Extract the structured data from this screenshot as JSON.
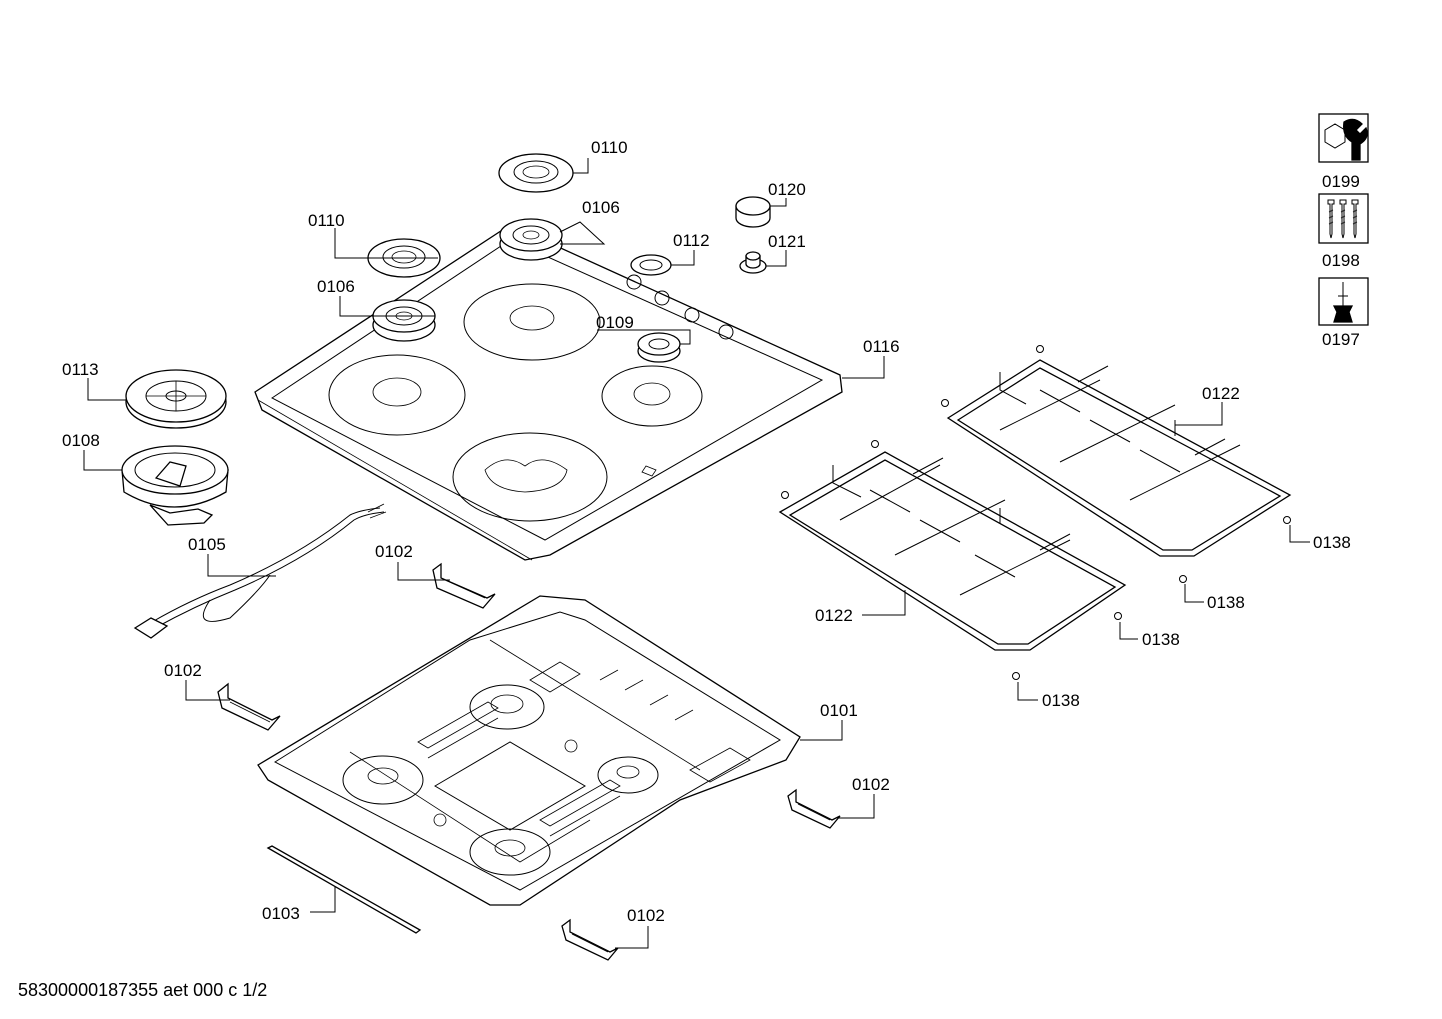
{
  "footer": {
    "document_id": "58300000187355 aet 000 c 1/2"
  },
  "labels": [
    "0110",
    "0106",
    "0120",
    "0112",
    "0121",
    "0110",
    "0106",
    "0109",
    "0116",
    "0113",
    "0108",
    "0105",
    "0102",
    "0102",
    "0101",
    "0102",
    "0102",
    "0103",
    "0122",
    "0122",
    "0138",
    "0138",
    "0138",
    "0138"
  ],
  "tools": [
    "0199",
    "0198",
    "0197"
  ]
}
